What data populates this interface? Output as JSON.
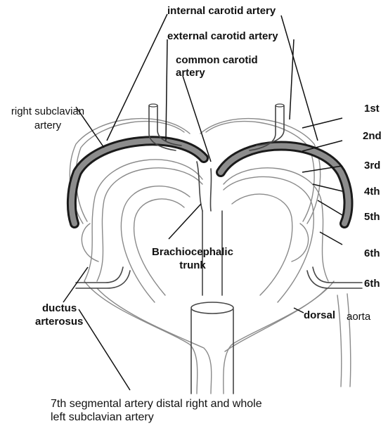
{
  "colors": {
    "outline": "#8a8a8a",
    "dark_outline": "#444444",
    "arch_black": "#1a1a1a",
    "arch_grey": "#8c8c8c",
    "text": "#111111"
  },
  "labels": {
    "internal_carotid": "internal carotid artery",
    "external_carotid": "external carotid artery",
    "common_carotid_1": "common carotid",
    "common_carotid_2": "artery",
    "right_subclavian_1": "right subclavian",
    "right_subclavian_2": "artery",
    "brachiocephalic_1": "Brachiocephalic",
    "brachiocephalic_2": "trunk",
    "ductus_1": "ductus",
    "ductus_2": "arterosus",
    "dorsal": "dorsal",
    "aorta": "aorta",
    "seventh_1": "7th segmental artery distal right and whole",
    "seventh_2": "left subclavian artery",
    "arch_1st": "1st",
    "arch_2nd": "2nd",
    "arch_3rd": "3rd",
    "arch_4th": "4th",
    "arch_5th": "5th",
    "arch_6th_a": "6th",
    "arch_6th_b": "6th"
  }
}
